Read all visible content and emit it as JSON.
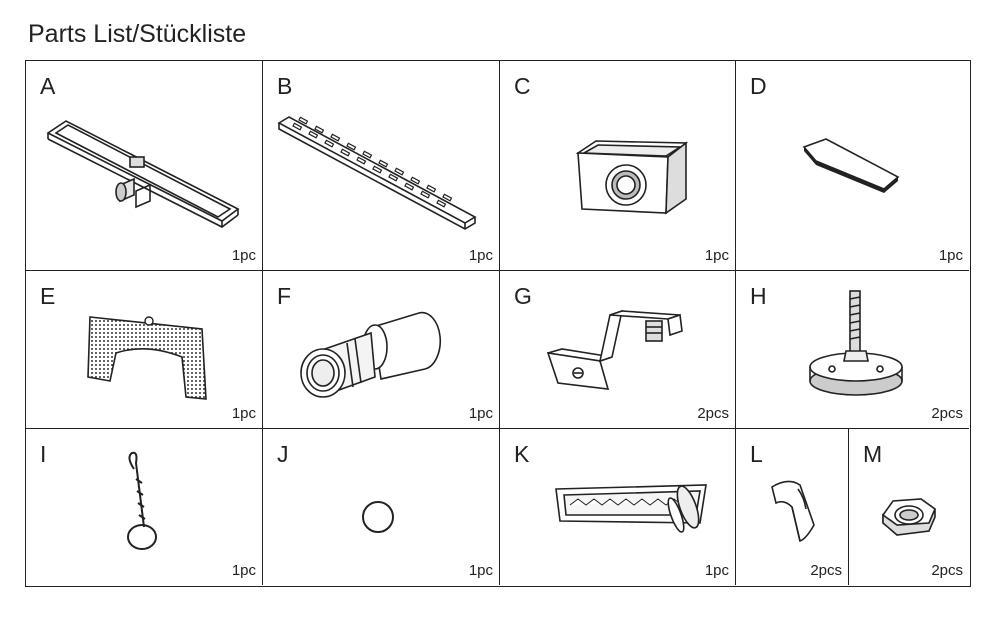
{
  "title": "Parts List/Stückliste",
  "parts": [
    {
      "letter": "A",
      "qty": "1pc",
      "icon": "drain-channel-icon"
    },
    {
      "letter": "B",
      "qty": "1pc",
      "icon": "grate-cover-icon"
    },
    {
      "letter": "C",
      "qty": "1pc",
      "icon": "outlet-box-icon"
    },
    {
      "letter": "D",
      "qty": "1pc",
      "icon": "pad-icon"
    },
    {
      "letter": "E",
      "qty": "1pc",
      "icon": "perforated-frame-icon"
    },
    {
      "letter": "F",
      "qty": "1pc",
      "icon": "pipe-connector-icon"
    },
    {
      "letter": "G",
      "qty": "2pcs",
      "icon": "z-bracket-icon"
    },
    {
      "letter": "H",
      "qty": "2pcs",
      "icon": "leveling-foot-icon"
    },
    {
      "letter": "I",
      "qty": "1pc",
      "icon": "hook-tool-icon"
    },
    {
      "letter": "J",
      "qty": "1pc",
      "icon": "o-ring-icon"
    },
    {
      "letter": "K",
      "qty": "1pc",
      "icon": "sealing-tape-icon"
    },
    {
      "letter": "L",
      "qty": "2pcs",
      "icon": "corner-seal-icon"
    },
    {
      "letter": "M",
      "qty": "2pcs",
      "icon": "hex-nut-icon"
    }
  ]
}
